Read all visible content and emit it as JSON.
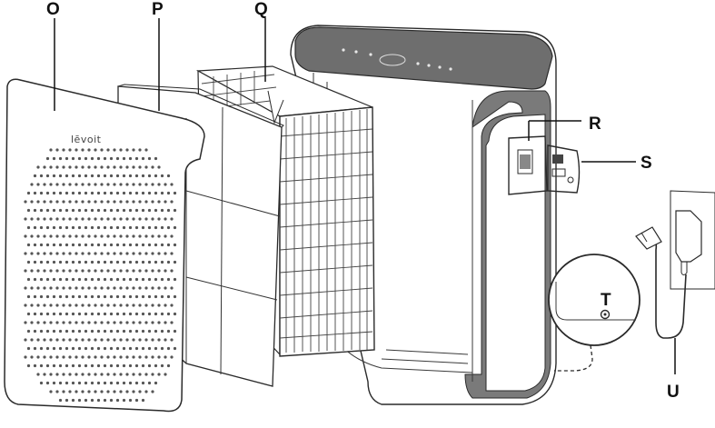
{
  "diagram": {
    "callouts": {
      "O": "O",
      "P": "P",
      "Q": "Q",
      "R": "R",
      "S": "S",
      "T": "T",
      "U": "U"
    },
    "brand_text": "lēvoit"
  },
  "colors": {
    "outline": "#2a2a2a",
    "housing_top": "#6e6e6e",
    "housing_side": "#7a7a7a",
    "dots": "#555555",
    "background": "#ffffff"
  },
  "icons": {
    "panel": "perforated-front-cover",
    "pre_filter": "pre-filter-mesh",
    "main_filter": "hepa-pleated-filter",
    "base_unit": "air-purifier-housing",
    "door_sensor": "filter-door-sensor",
    "power_port": "power-port",
    "adapter": "power-adapter-plug"
  }
}
